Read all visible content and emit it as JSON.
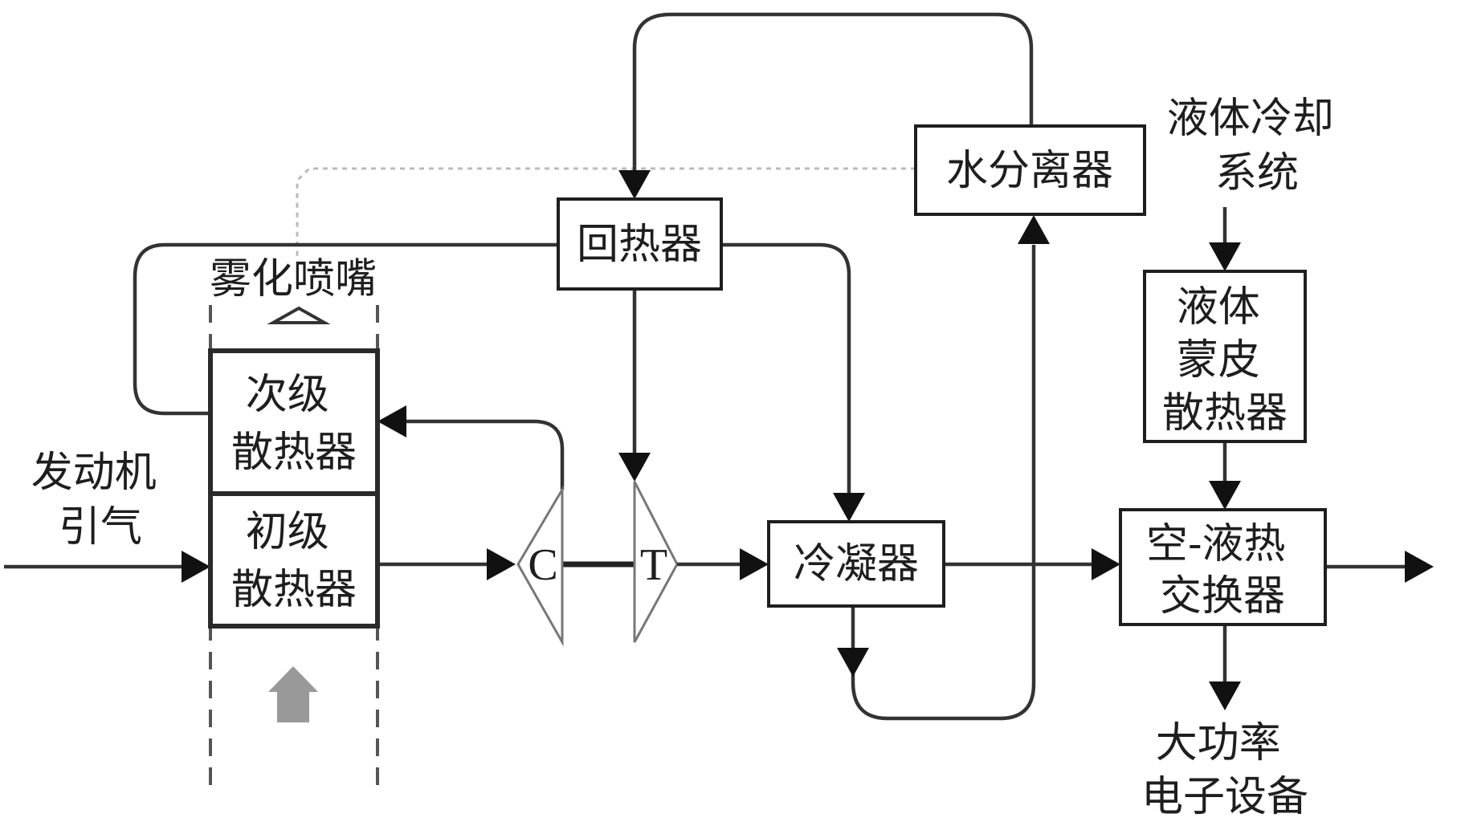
{
  "labels": {
    "engine_bleed": [
      "发动机",
      "引气"
    ],
    "atomizing_nozzle": "雾化喷嘴",
    "secondary_radiator": [
      "次级",
      "散热器"
    ],
    "primary_radiator": [
      "初级",
      "散热器"
    ],
    "compressor": "C",
    "turbine": "T",
    "regenerator": "回热器",
    "water_separator": "水分离器",
    "condenser": "冷凝器",
    "liquid_cooling_system": [
      "液体冷却",
      "系统"
    ],
    "liquid_skin_radiator": [
      "液体",
      "蒙皮",
      "散热器"
    ],
    "air_liquid_hx": [
      "空-液热",
      "交换器"
    ],
    "high_power_electronics": [
      "大功率",
      "电子设备"
    ]
  },
  "colors": {
    "line": "#333333",
    "box_stroke": "#1e1e1e",
    "text": "#1e1e1e",
    "dashed": "#555555",
    "light": "#bbbbbb",
    "fan_arrow": "#999999"
  }
}
